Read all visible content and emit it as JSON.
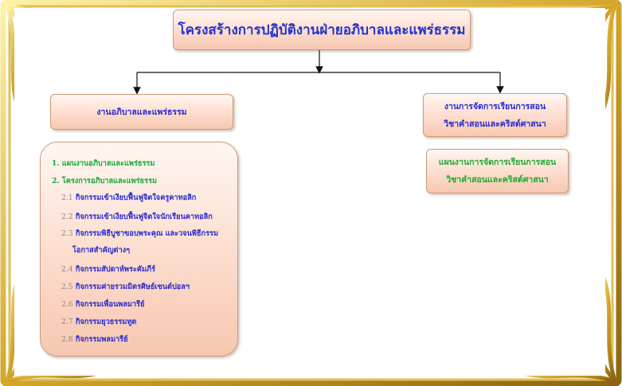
{
  "diagram": {
    "title": "โครงสร้างการปฏิบัติงานฝ่ายอภิบาลและแพร่ธรรม",
    "left_branch": {
      "label": "งานอภิบาลและแพร่ธรรม",
      "items": [
        {
          "text": "1. แผนงานอภิบาลและแพร่ธรรม"
        },
        {
          "text": "2. โครงการอภิบาลและแพร่ธรรม"
        },
        {
          "num": "2.1",
          "text": "กิจกรรมเข้าเงียบฟื้นฟูจิตใจครูคาทอลิก"
        },
        {
          "num": "2.2",
          "text": "กิจกรรมเข้าเงียบฟื้นฟูจิตใจนักเรียนคาทอลิก"
        },
        {
          "num": "2.3",
          "text": "กิจกรรมพิธีบูชาขอบพระคุณ และวจนพิธีกรรม",
          "continuation": "โอกาสสำคัญต่างๆ"
        },
        {
          "num": "2.4",
          "text": "กิจกรรมสัปดาห์พระคัมภีร์"
        },
        {
          "num": "2.5",
          "text": "กิจกรรมค่ายรวมมิตรศิษย์เซนต์ปอลฯ"
        },
        {
          "num": "2.6",
          "text": "กิจกรรมเพื่อนพลมารีย์"
        },
        {
          "num": "2.7",
          "text": "กิจกรรมยุวธรรมทูต"
        },
        {
          "num": "2.8",
          "text": "กิจกรรมพลมารีย์"
        }
      ]
    },
    "right_branch": {
      "label_line1": "งานการจัดการเรียนการสอน",
      "label_line2": "วิชาคำสอนและคริสต์ศาสนา",
      "sub_line1": "แผนงานการจัดการเรียนการสอน",
      "sub_line2": "วิชาคำสอนและคริสต์ศาสนา"
    }
  },
  "colors": {
    "title_text": "#2233cc",
    "node_text": "#2a2ad0",
    "plan_text": "#1aa63a",
    "frame_gold": "#c9a227",
    "box_fill": "#fbd3c0"
  }
}
